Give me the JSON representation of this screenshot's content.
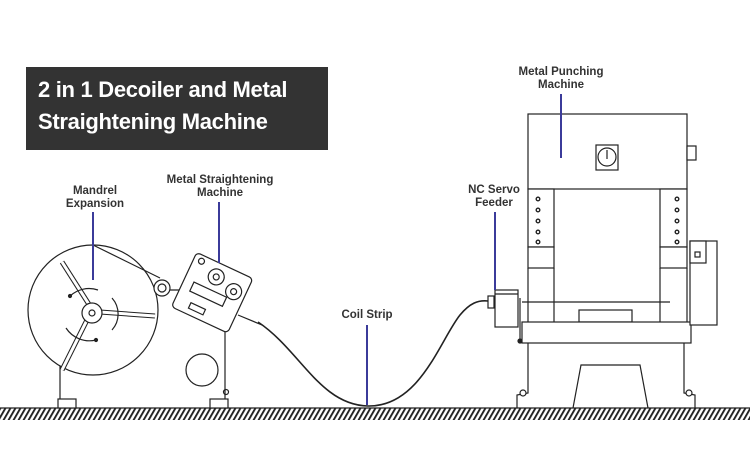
{
  "title": {
    "line1": "2 in 1 Decoiler and Metal",
    "line2": "Straightening Machine"
  },
  "labels": {
    "mandrel": {
      "line1": "Mandrel",
      "line2": "Expansion"
    },
    "straightener": {
      "line1": "Metal Straightening",
      "line2": "Machine"
    },
    "coil_strip": {
      "line1": "Coil Strip"
    },
    "feeder": {
      "line1": "NC Servo",
      "line2": "Feeder"
    },
    "punch": {
      "line1": "Metal Punching",
      "line2": "Machine"
    }
  },
  "colors": {
    "title_bg": "#333333",
    "leader_line": "#3b3b9a",
    "drawing": "#222222"
  }
}
